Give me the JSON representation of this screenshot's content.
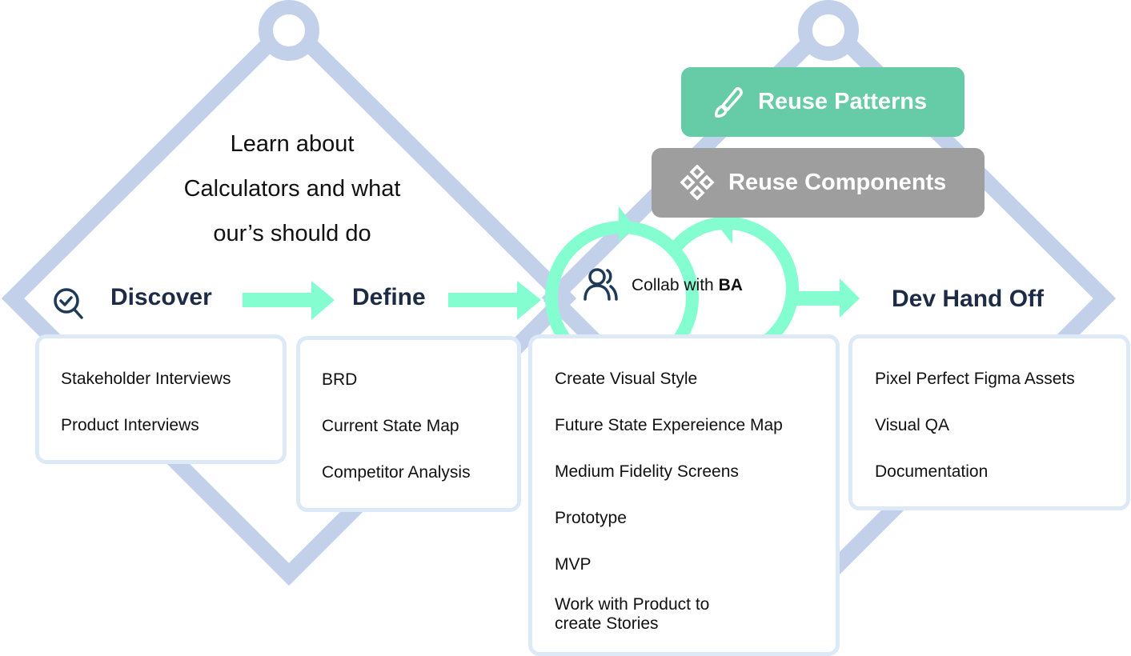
{
  "colors": {
    "diamond": "#c3d0ea",
    "arrow": "#84fdd1",
    "heading": "#1e2b45",
    "card_border": "#dde9f7",
    "reuse_patterns_bg": "#66cba7",
    "reuse_components_bg": "#9e9e9e"
  },
  "intro": {
    "lines": [
      "Learn about",
      "Calculators and what",
      "our’s should do"
    ]
  },
  "stages": [
    {
      "title": "Discover",
      "icon": "search-check-icon",
      "items": [
        "Stakeholder Interviews",
        "Product Interviews"
      ]
    },
    {
      "title": "Define",
      "items": [
        "BRD",
        "Current State Map",
        "Competitor Analysis"
      ]
    },
    {
      "title_prefix": "Collab with ",
      "title_bold": "BA",
      "icon": "users-icon",
      "items": [
        "Create Visual Style",
        "Future State Expereience Map",
        "Medium Fidelity Screens",
        "Prototype",
        "MVP",
        "Work with Product to",
        "create Stories"
      ]
    },
    {
      "title": "Dev Hand Off",
      "items": [
        "Pixel Perfect Figma Assets",
        "Visual QA",
        "Documentation"
      ]
    }
  ],
  "reuse": {
    "patterns": {
      "label": "Reuse Patterns",
      "icon": "paintbrush-icon"
    },
    "components": {
      "label": "Reuse Components",
      "icon": "components-icon"
    }
  }
}
